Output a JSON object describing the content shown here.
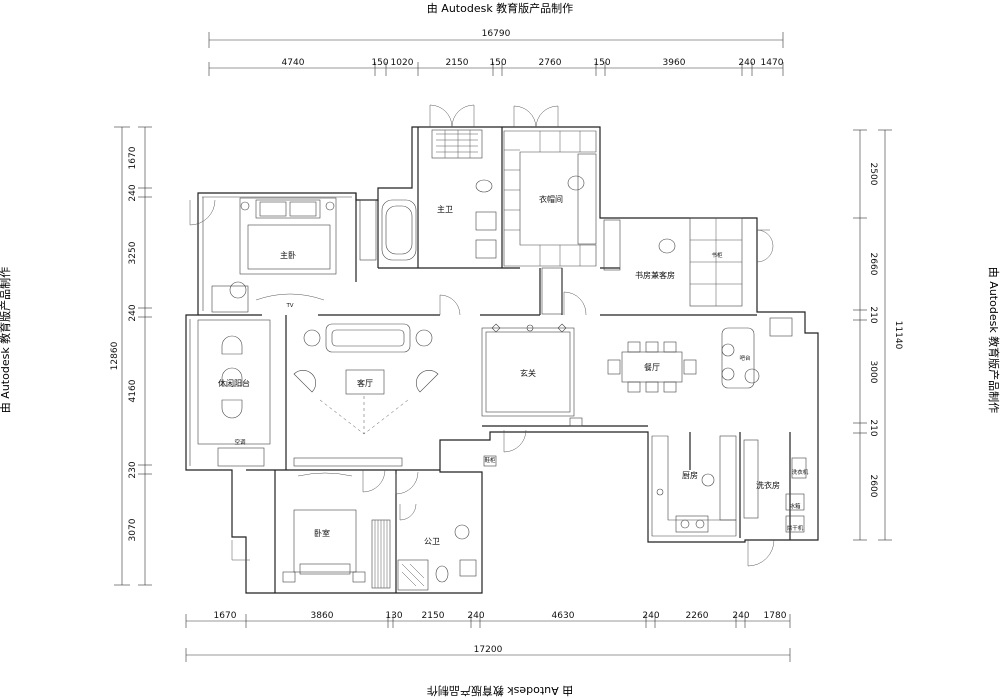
{
  "watermark": "由 Autodesk 教育版产品制作",
  "dimensions": {
    "top_total": "16790",
    "top_segments": [
      "4740",
      "150",
      "1020",
      "2150",
      "150",
      "2760",
      "150",
      "3960",
      "240",
      "1470"
    ],
    "bottom_total": "17200",
    "bottom_segments": [
      "1670",
      "3860",
      "130",
      "2150",
      "240",
      "4630",
      "240",
      "2260",
      "240",
      "1780"
    ],
    "left_total": "12860",
    "left_segments": [
      "1670",
      "240",
      "3250",
      "240",
      "4160",
      "230",
      "3070"
    ],
    "right_total": "11140",
    "right_segments": [
      "2500",
      "2660",
      "210",
      "3000",
      "210",
      "2600"
    ]
  },
  "rooms": {
    "master_bedroom": "主卧",
    "master_bath": "主卫",
    "closet": "衣帽间",
    "study": "书房兼客房",
    "leisure": "休闲阳台",
    "living": "客厅",
    "foyer": "玄关",
    "dining": "餐厅",
    "kitchen": "厨房",
    "laundry": "洗衣房",
    "bedroom": "卧室",
    "public_bath": "公卫"
  },
  "labels": {
    "tv": "TV",
    "bookshelf": "书柜",
    "bar": "吧台",
    "ac": "空调",
    "shoe": "鞋柜",
    "washer": "洗衣机",
    "fridge": "冰箱",
    "dryer": "烘干机"
  }
}
